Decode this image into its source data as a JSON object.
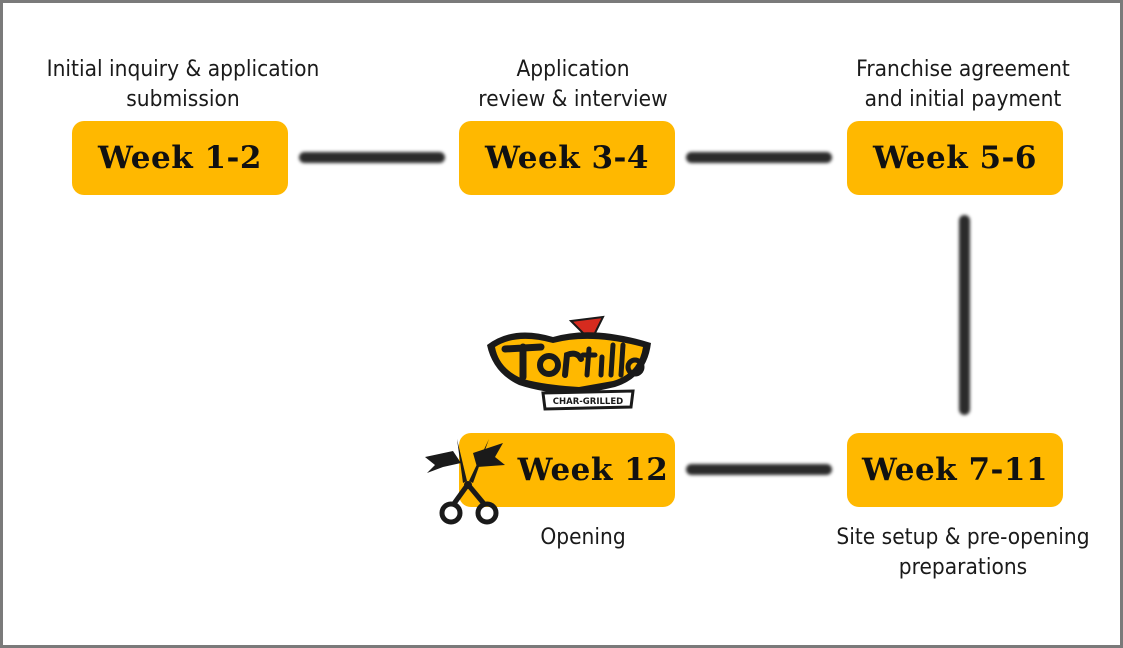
{
  "steps": [
    {
      "week": "Week 1-2",
      "caption_lines": [
        "Initial inquiry & application",
        "submission"
      ]
    },
    {
      "week": "Week 3-4",
      "caption_lines": [
        "Application",
        "review & interview"
      ]
    },
    {
      "week": "Week 5-6",
      "caption_lines": [
        "Franchise agreement",
        "and initial payment"
      ]
    },
    {
      "week": "Week 7-11",
      "caption_lines": [
        "Site setup & pre-opening",
        "preparations"
      ]
    },
    {
      "week": "Week 12",
      "caption_lines": [
        "Opening"
      ]
    }
  ],
  "logo": {
    "brand": "Tortilla",
    "tagline": "CHAR-GRILLED"
  },
  "icons": {
    "opening": "scissors-ribbon-icon"
  },
  "colors": {
    "box_fill": "#ffb800",
    "connector": "#2b2b2b",
    "frame_border": "#7a7a7a",
    "text": "#1a1a1a"
  }
}
